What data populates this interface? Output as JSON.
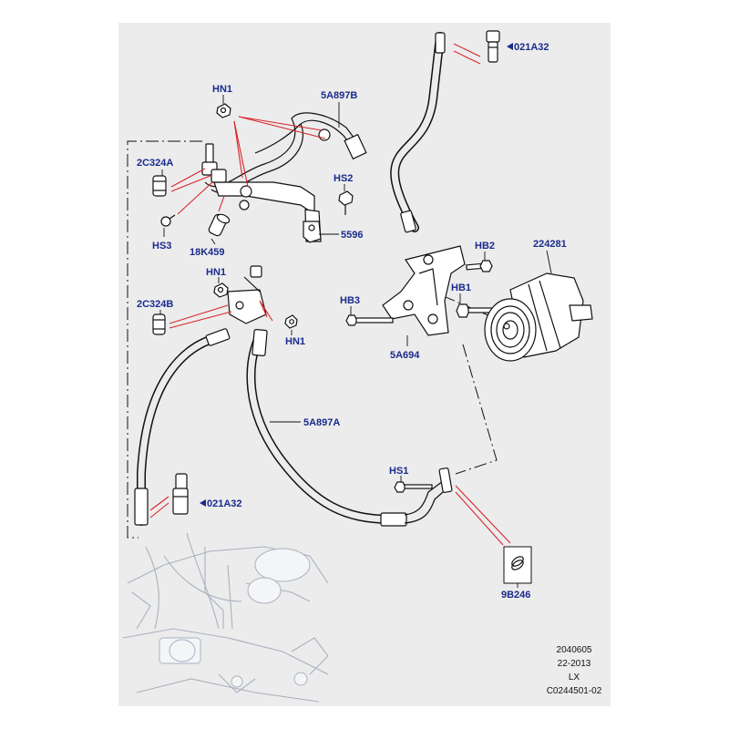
{
  "callouts": {
    "hn1_top": "HN1",
    "c5a897b": "5A897B",
    "c021a32_top": "021A32",
    "c2c324a": "2C324A",
    "hs2": "HS2",
    "hs3": "HS3",
    "c18k459": "18K459",
    "c5596": "5596",
    "hb2": "HB2",
    "c224281": "224281",
    "hn1_mid": "HN1",
    "c2c324b": "2C324B",
    "hn1_low": "HN1",
    "hb3": "HB3",
    "hb1": "HB1",
    "c5a694": "5A694",
    "c5a897a": "5A897A",
    "hs1": "HS1",
    "c021a32_bottom": "021A32",
    "c9b246": "9B246"
  },
  "reference": {
    "line1": "2040605",
    "line2": "22-2013",
    "line3": "LX",
    "line4": "C0244501-02"
  },
  "colors": {
    "callout_text": "#1a2a8c",
    "leader_red": "#d8262a",
    "panel_bg": "#ececec",
    "ghost_lines": "#a9b2bf"
  }
}
